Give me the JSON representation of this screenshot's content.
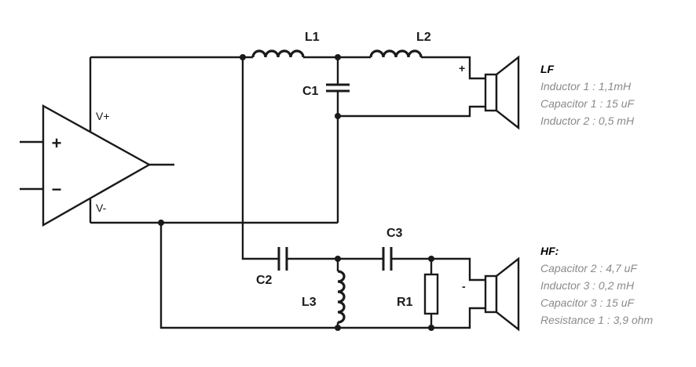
{
  "schematic": {
    "opamp": {
      "plus_sign": "+",
      "minus_sign": "−",
      "vplus_label": "V+",
      "vminus_label": "V-"
    },
    "components": {
      "l1": "L1",
      "l2": "L2",
      "l3": "L3",
      "c1": "C1",
      "c2": "C2",
      "c3": "C3",
      "r1": "R1"
    },
    "lf_speaker": {
      "plus_mark": "+"
    },
    "hf_speaker": {
      "minus_mark": "-"
    }
  },
  "notes": {
    "lf": {
      "heading": "LF",
      "lines": [
        "Inductor 1 : 1,1mH",
        "Capacitor 1 : 15 uF",
        "Inductor 2 :  0,5 mH"
      ]
    },
    "hf": {
      "heading": "HF:",
      "lines": [
        "Capacitor 2 : 4,7 uF",
        "Inductor 3 : 0,2 mH",
        "Capacitor 3 : 15 uF",
        "Resistance 1 : 3,9 ohm"
      ]
    }
  }
}
